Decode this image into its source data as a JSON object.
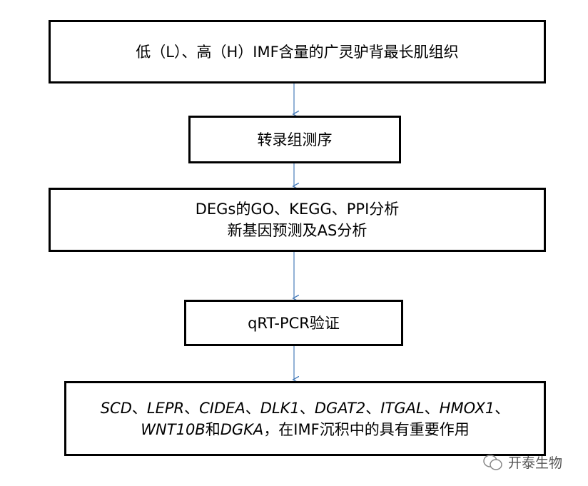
{
  "boxes": {
    "step1": "低（L）、高（H）IMF含量的广灵驴背最长肌组织",
    "step2": "转录组测序",
    "step3_line1": "DEGs的GO、KEGG、PPI分析",
    "step3_line2": "新基因预测及AS分析",
    "step4": "qRT-PCR验证",
    "step5": {
      "genes_line1": [
        "SCD",
        "LEPR",
        "CIDEA",
        "DLK1",
        "DGAT2",
        "ITGAL",
        "HMOX1"
      ],
      "separator": "、",
      "gene_a": "WNT10B",
      "and": "和",
      "gene_b": "DGKA",
      "tail": "，在IMF沉积中的具有重要作用"
    }
  },
  "watermark": "开泰生物",
  "colors": {
    "arrow": "#4a7ebb",
    "border": "#000000"
  }
}
